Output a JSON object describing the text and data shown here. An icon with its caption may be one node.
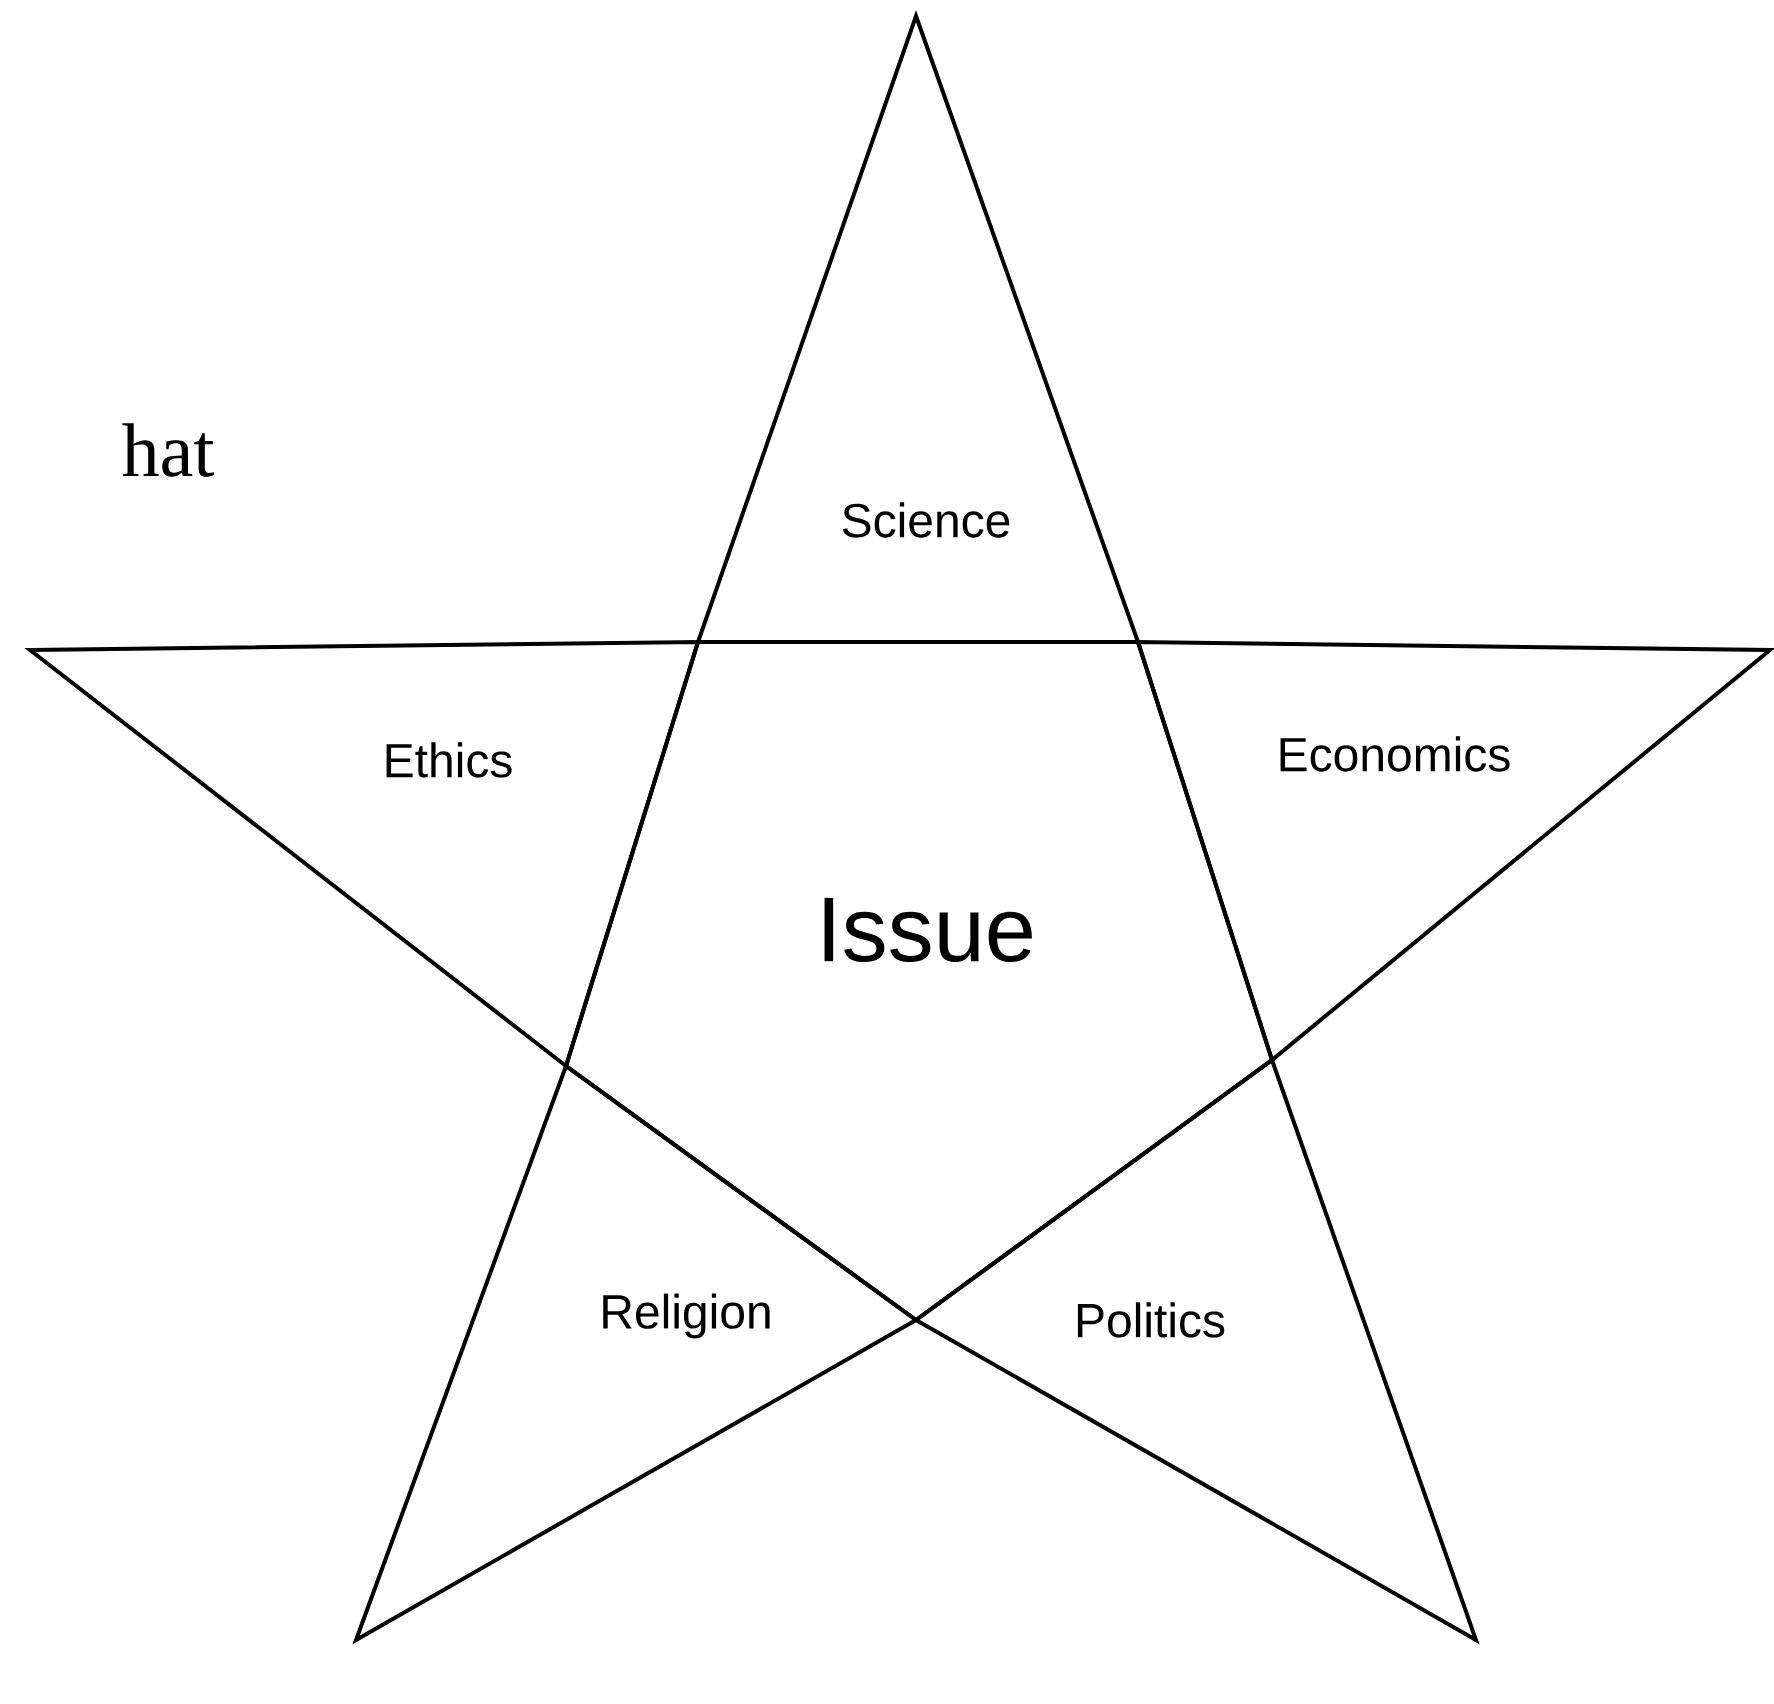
{
  "diagram": {
    "nodes": [
      {
        "text": [
          "Science"
        ]
      },
      {
        "text": [
          "Ethics"
        ]
      },
      {
        "text": [
          "Economics"
        ]
      },
      {
        "text": [
          "Issue"
        ]
      },
      {
        "text": [
          "Religion"
        ]
      },
      {
        "text": [
          "Politics"
        ]
      }
    ],
    "labels": [
      "hat"
    ]
  }
}
